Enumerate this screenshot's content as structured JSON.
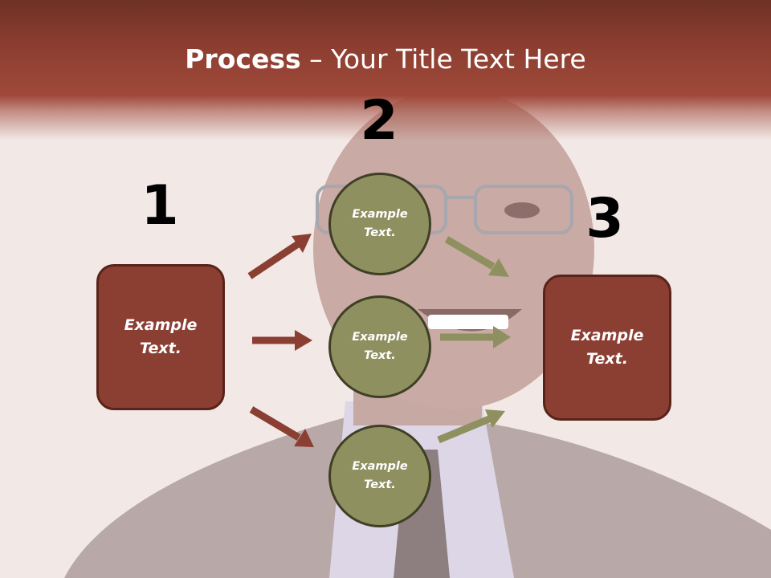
{
  "title": {
    "bold": "Process",
    "rest": " – Your Title Text Here"
  },
  "steps": [
    {
      "number": "1"
    },
    {
      "number": "2"
    },
    {
      "number": "3"
    }
  ],
  "start_box": {
    "text": "Example\nText."
  },
  "circles": [
    {
      "text": "Example\nText."
    },
    {
      "text": "Example\nText."
    },
    {
      "text": "Example\nText."
    }
  ],
  "end_box": {
    "text": "Example\nText."
  },
  "colors": {
    "title_band": "#a0493a",
    "box_fill": "#8b3f33",
    "circle_fill": "#8f9060",
    "arrow_red": "#8b3f33",
    "arrow_olive": "#8f9060"
  }
}
